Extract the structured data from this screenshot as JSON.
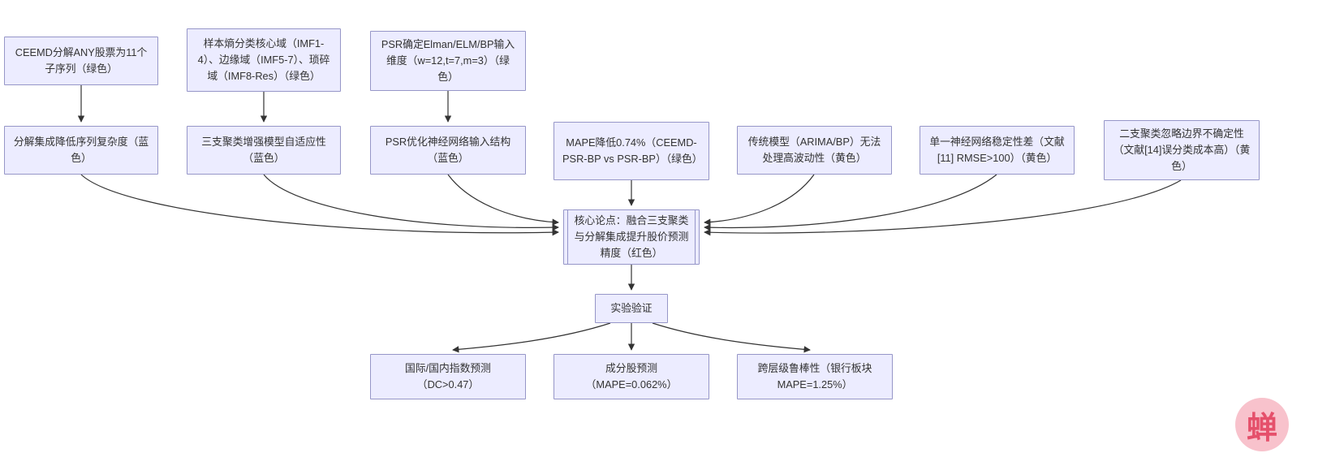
{
  "nodes": {
    "ceemd": "CEEMD分解ANY股票为11个子序列（绿色）",
    "entropy": "样本熵分类核心域（IMF1-4）、边缘域（IMF5-7）、琐碎域（IMF8-Res）（绿色）",
    "psr_dim": "PSR确定Elman/ELM/BP输入维度（w=12,t=7,m=3）（绿色）",
    "decomp": "分解集成降低序列复杂度（蓝色）",
    "three_way": "三支聚类增强模型自适应性（蓝色）",
    "psr_opt": "PSR优化神经网络输入结构（蓝色）",
    "mape": "MAPE降低0.74%（CEEMD-PSR-BP vs PSR-BP）（绿色）",
    "traditional": "传统模型（ARIMA/BP）无法处理高波动性（黄色）",
    "single_nn": "单一神经网络稳定性差（文献[11] RMSE>100）（黄色）",
    "two_way": "二支聚类忽略边界不确定性（文献[14]误分类成本高）（黄色）",
    "core": "核心论点：融合三支聚类与分解集成提升股价预测精度（红色）",
    "experiment": "实验验证",
    "index_pred": "国际/国内指数预测（DC>0.47）",
    "component": "成分股预测（MAPE=0.062%）",
    "robustness": "跨层级鲁棒性（银行板块MAPE=1.25%）"
  },
  "watermark": {
    "glyph": "蝉"
  },
  "colors": {
    "node_fill": "#ECECFF",
    "node_border": "#9696C8",
    "edge": "#333333",
    "watermark_bg": "#F8C2CC",
    "watermark_fg": "#E5506B"
  }
}
